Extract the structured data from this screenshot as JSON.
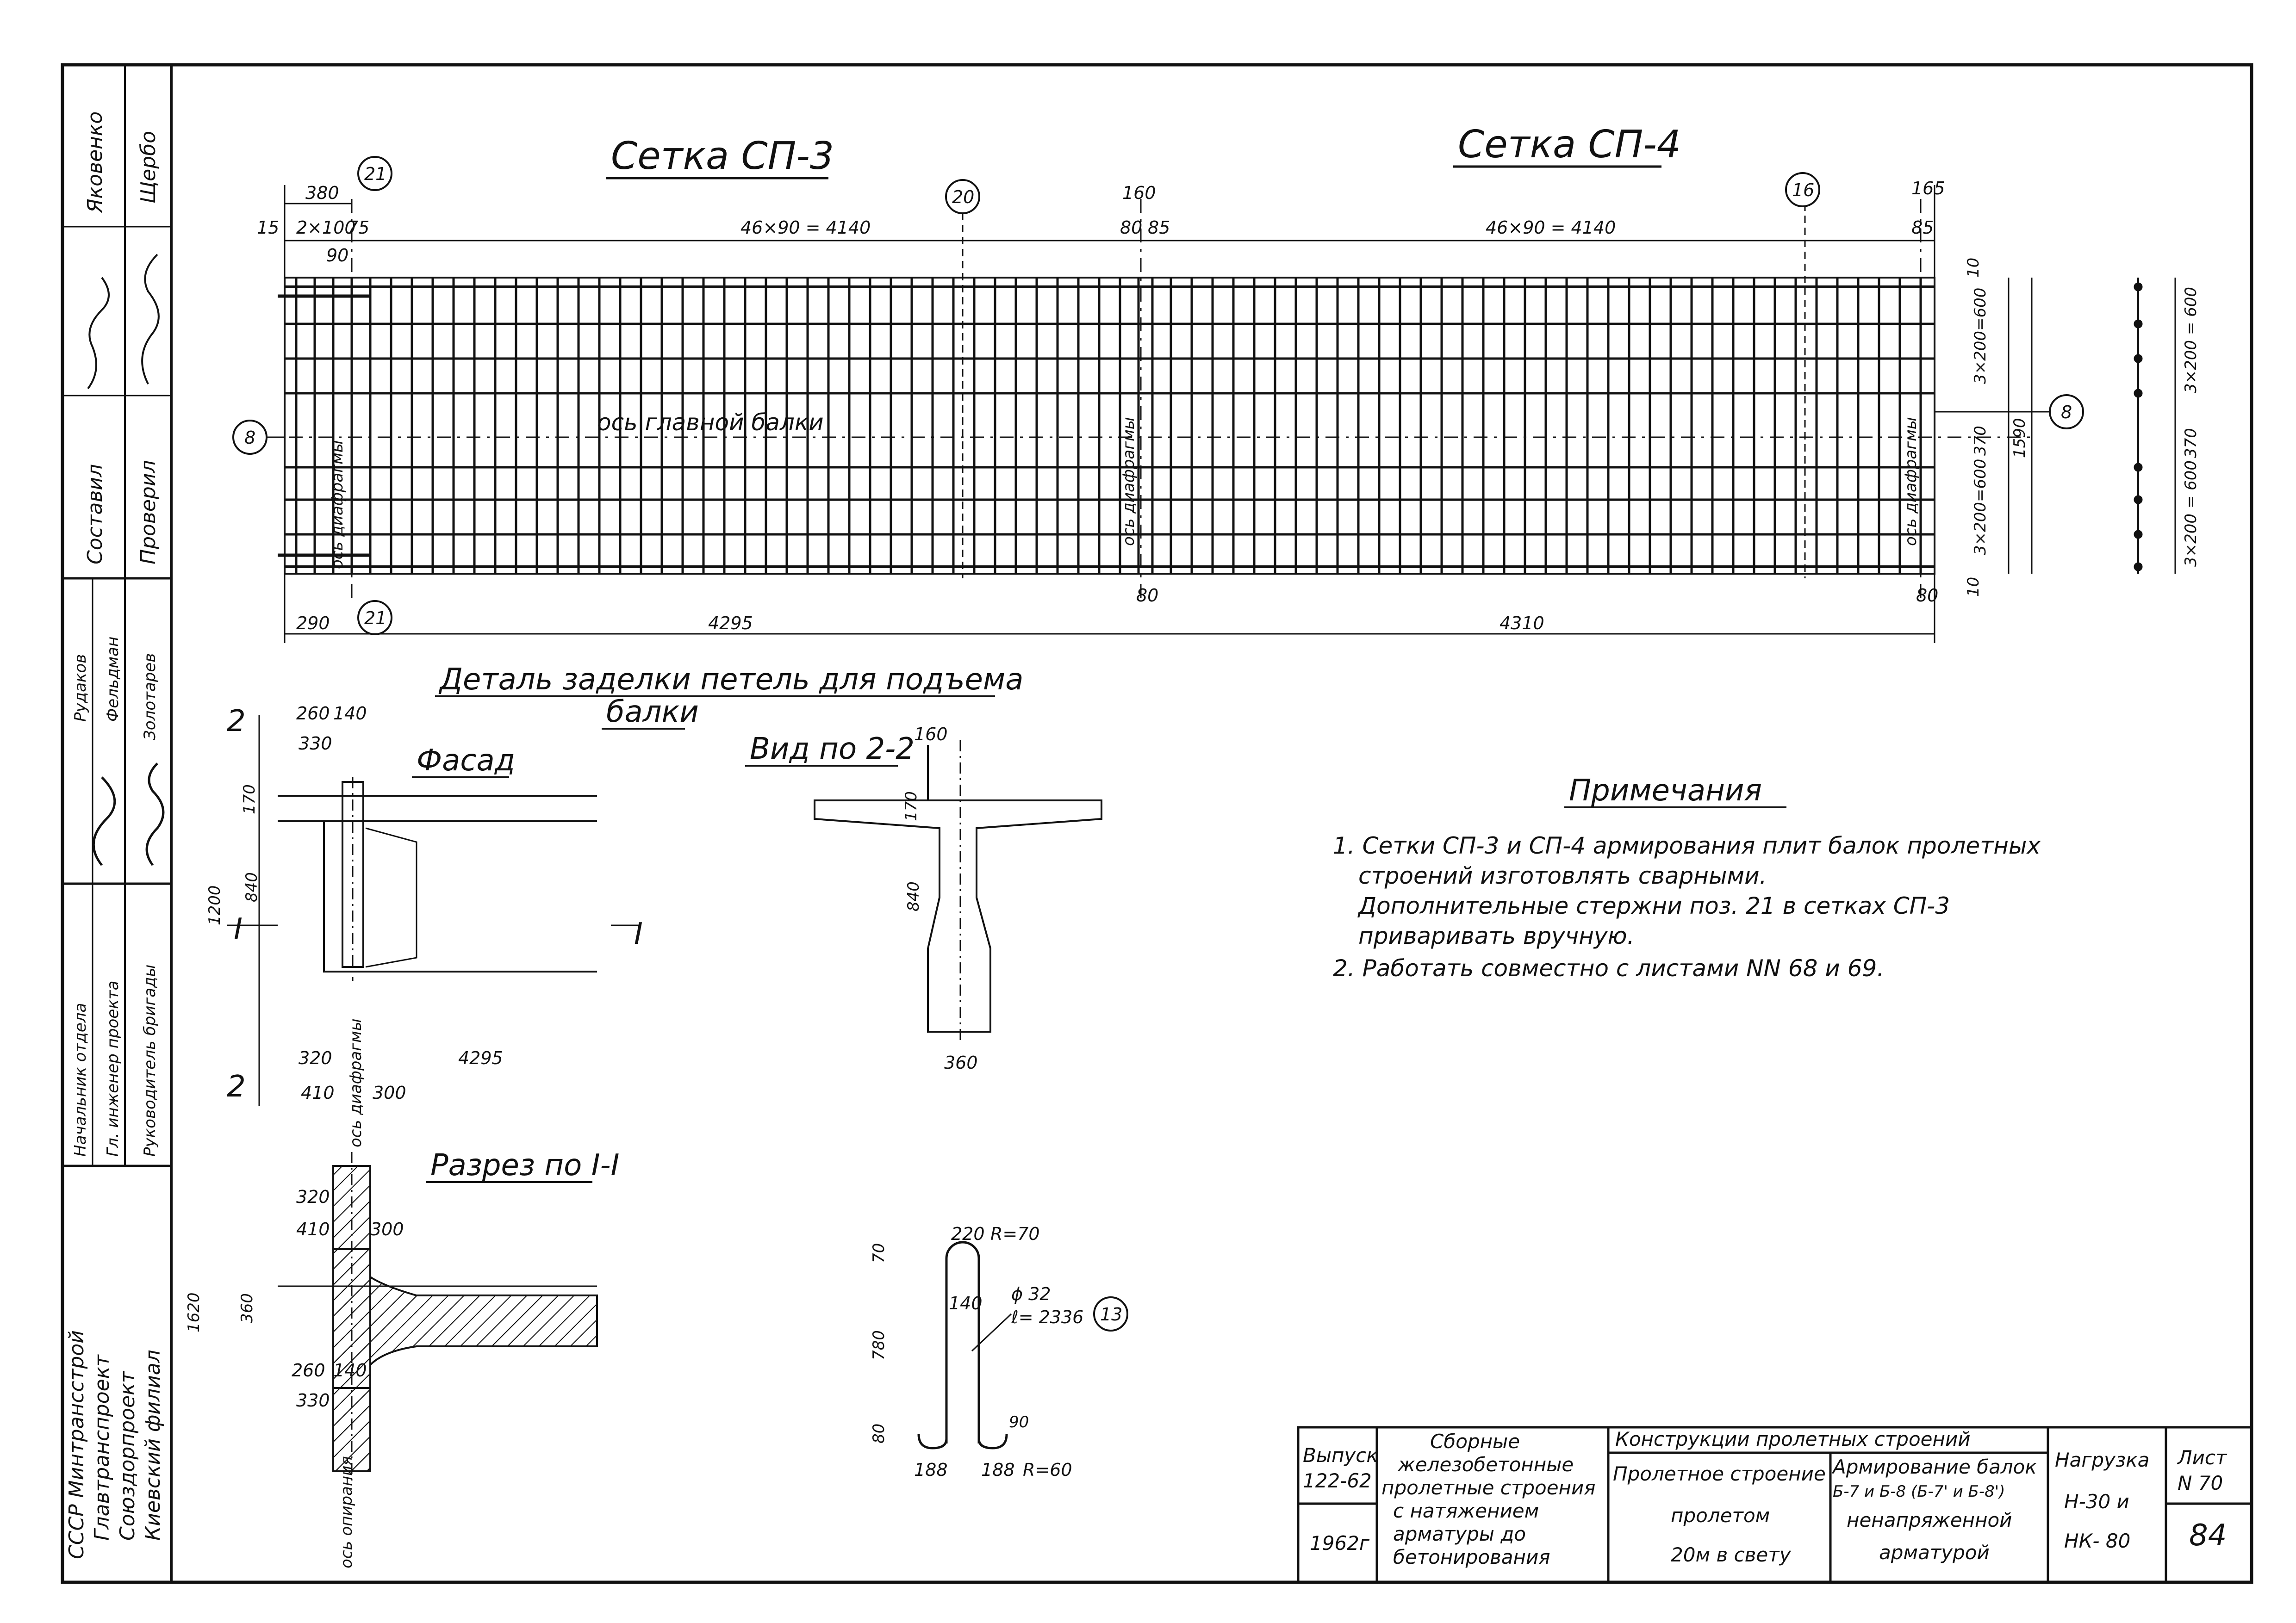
{
  "sheet": {
    "mesh_sp3_title": "Сетка СП-3",
    "mesh_sp4_title": "Сетка СП-4",
    "detail_title_line1": "Деталь заделки петель для подъема",
    "detail_title_line2": "балки",
    "facade_title": "Фасад",
    "view22_title": "Вид по 2-2",
    "section11_title": "Разрез по I-I",
    "notes_title": "Примечания"
  },
  "notes": [
    "1. Сетки СП-3 и СП-4 армирования плит балок пролетных",
    "строений изготовлять сварными.",
    "Дополнительные стержни поз. 21 в сетках СП-3",
    "приваривать вручную.",
    "2. Работать совместно с листами NN 68 и 69."
  ],
  "mesh": {
    "axis_label": "ось главной балки",
    "dia_label": "ось диафрагмы",
    "pos_21": "21",
    "pos_20": "20",
    "pos_16": "16",
    "pos_8": "8",
    "d_380": "380",
    "d_15": "15",
    "d_2x100": "2×100",
    "d_75": "75",
    "d_90": "90",
    "d_46x90_sp3": "46×90 = 4140",
    "d_160": "160",
    "d_80": "80",
    "d_85": "85",
    "d_46x90_sp4": "46×90 = 4140",
    "d_165": "165",
    "d_10": "10",
    "d_3x200": "3×200=600",
    "d_370": "370",
    "d_1590": "1590",
    "d_290": "290",
    "d_4295": "4295",
    "d_4310": "4310",
    "side_3x200": "3×200 = 600",
    "side_370": "370"
  },
  "facade": {
    "cut_2": "2",
    "cut_1": "I",
    "d_260": "260",
    "d_140": "140",
    "d_330": "330",
    "d_170": "170",
    "d_840": "840",
    "d_1200": "1200",
    "d_320": "320",
    "d_410": "410",
    "d_300": "300",
    "d_4295": "4295",
    "dia_axis": "ось диафрагмы"
  },
  "view22": {
    "d_160": "160",
    "d_170": "170",
    "d_840": "840",
    "d_360": "360"
  },
  "section11": {
    "d_320": "320",
    "d_410": "410",
    "d_300": "300",
    "d_1620": "1620",
    "d_360": "360",
    "d_260": "260",
    "d_140": "140",
    "d_330": "330",
    "support_axis": "ось опирания"
  },
  "loop": {
    "d_220": "220",
    "d_r70": "R=70",
    "d_70": "70",
    "d_140": "140",
    "d_780": "780",
    "d_80": "80",
    "d_188a": "188",
    "d_188b": "188",
    "d_r60": "R=60",
    "d_90": "90",
    "diam": "ϕ 32",
    "length": "ℓ= 2336",
    "pos": "13"
  },
  "side_stamp": {
    "names_top": [
      "Яковенко",
      "Щербо"
    ],
    "roles_mid": [
      "Составил",
      "Проверил"
    ],
    "names_mid": [
      "Рудаков",
      "Фельдман",
      "Золотарев"
    ],
    "roles_low": [
      "Начальник отдела",
      "Гл. инженер проекта",
      "Руководитель бригады"
    ],
    "org": [
      "СССР Минтрансстрой",
      "Главтранспроект",
      "Союздорпроект",
      "Киевский филиал"
    ]
  },
  "title_block": {
    "vypusk_label": "Выпуск",
    "vypusk_value": "122-62",
    "year": "1962г",
    "series_lines": [
      "Сборные",
      "железобетонные",
      "пролетные строения",
      "с натяжением",
      "арматуры до",
      "бетонирования"
    ],
    "header": "Конструкции пролетных строений",
    "span_lines": [
      "Пролетное строение",
      "пролетом",
      "20м в свету"
    ],
    "reinf_lines": [
      "Армирование балок",
      "Б-7 и Б-8 (Б-7' и Б-8')",
      "ненапряженной",
      "арматурой"
    ],
    "load_label": "Нагрузка",
    "load_values": [
      "Н-30 и",
      "НК- 80"
    ],
    "sheet_label": "Лист",
    "sheet_number": "N 70",
    "page_number": "84"
  }
}
